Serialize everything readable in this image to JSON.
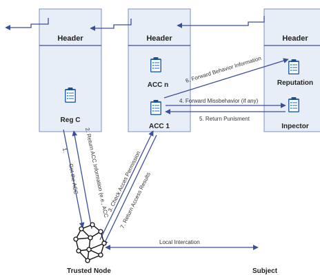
{
  "blocks": {
    "left": {
      "header": "Header",
      "node": "Reg C"
    },
    "middle": {
      "header": "Header",
      "node_top": "ACC n",
      "node_bottom": "ACC 1"
    },
    "right": {
      "header": "Header",
      "node_top": "Reputation",
      "node_bottom": "Inpector"
    }
  },
  "bottom": {
    "trusted_node": "Trusted Node",
    "subject": "Subject",
    "local": "Local Intercation"
  },
  "arrows": {
    "a1": "1.",
    "get_acc": "Get the ACC",
    "a2": "2. Return ACC Information (e.e., ACC",
    "a3": "3. Check Acces Permission",
    "a4": "4. Forward Missbehavior (if any)",
    "a5": "5. Return Punisment",
    "a6": "6. Forward Behavior Information",
    "a7": "7. Return Access Results"
  },
  "colors": {
    "arrow": "#3a4f9a",
    "box_border": "#7b8fbc",
    "block_fill": "#e8eef7",
    "clipboard": "#2a63b0"
  }
}
